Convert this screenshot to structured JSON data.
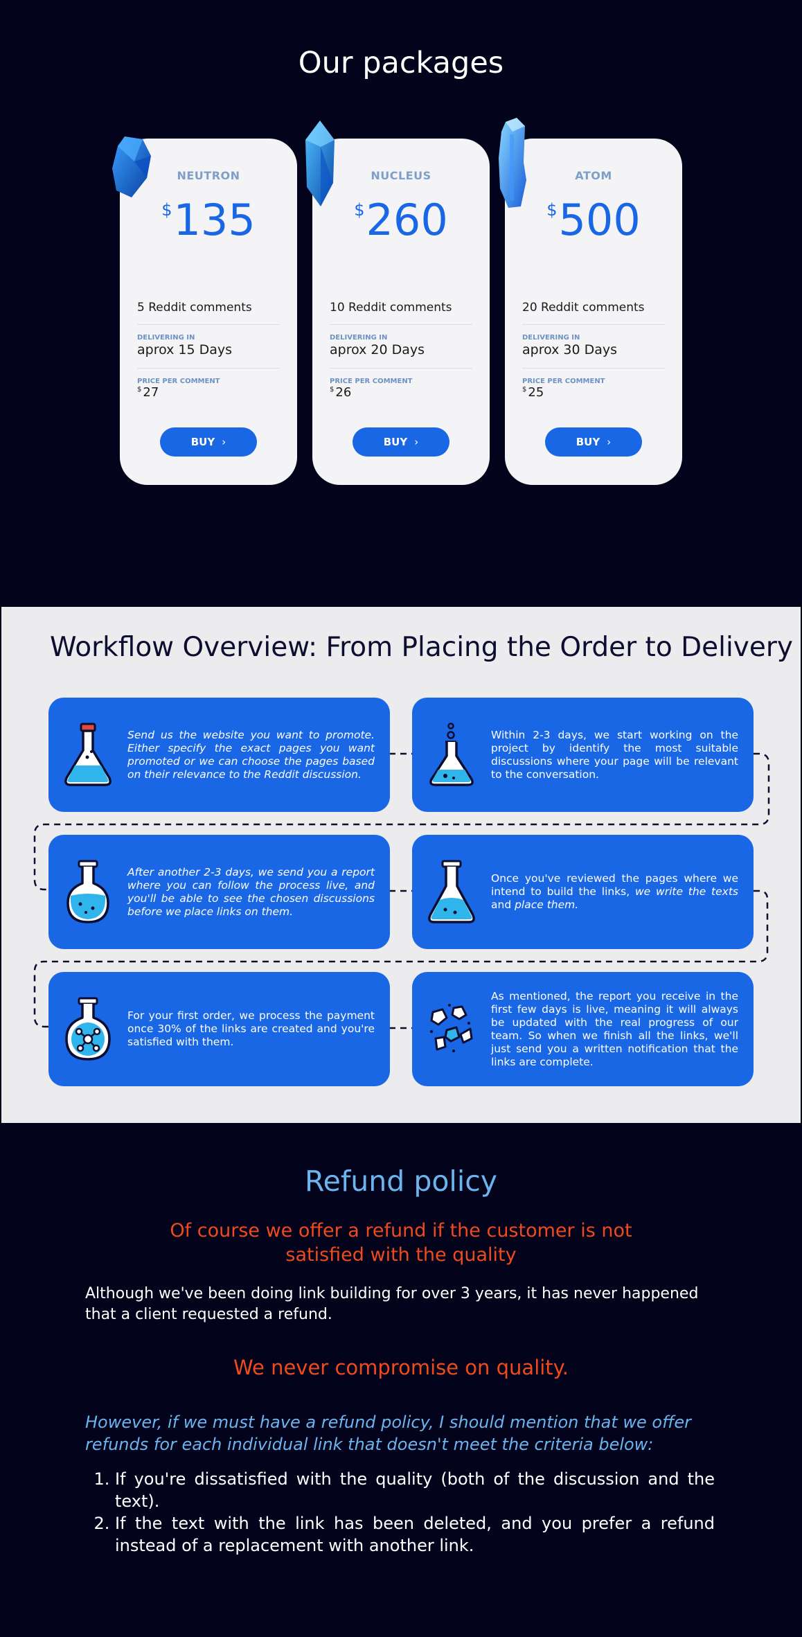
{
  "packages": {
    "title": "Our packages",
    "cards": [
      {
        "name": "NEUTRON",
        "currency": "$",
        "price": "135",
        "comments": "5 Reddit comments",
        "delivering_label": "DELIVERING IN",
        "delivering_value": "aprox 15 Days",
        "ppc_label": "PRICE PER COMMENT",
        "ppc_currency": "$",
        "ppc_value": "27",
        "buy_label": "BUY"
      },
      {
        "name": "NUCLEUS",
        "currency": "$",
        "price": "260",
        "comments": "10 Reddit comments",
        "delivering_label": "DELIVERING IN",
        "delivering_value": "aprox 20 Days",
        "ppc_label": "PRICE PER COMMENT",
        "ppc_currency": "$",
        "ppc_value": "26",
        "buy_label": "BUY"
      },
      {
        "name": "ATOM",
        "currency": "$",
        "price": "500",
        "comments": "20 Reddit comments",
        "delivering_label": "DELIVERING IN",
        "delivering_value": "aprox 30 Days",
        "ppc_label": "PRICE PER COMMENT",
        "ppc_currency": "$",
        "ppc_value": "25",
        "buy_label": "BUY"
      }
    ]
  },
  "workflow": {
    "title": "Workflow Overview: From Placing the Order to Delivery",
    "steps": [
      {
        "icon": "flask-icon",
        "text": "Send us the website you want to promote. Either specify the exact pages you want promoted or we can choose the pages based on their relevance to the Reddit discussion."
      },
      {
        "icon": "flask-bubbles-icon",
        "text": "Within 2-3 days, we start working on the project by identify the most suitable discussions where your page will be relevant to the conversation."
      },
      {
        "icon": "round-flask-icon",
        "text": "After another 2-3 days, we send you a report where you can follow the process live, and you'll be able to see the chosen discussions before we place links on them."
      },
      {
        "icon": "conical-flask-icon",
        "text_plain": "Once you've reviewed the pages where we intend to build the links, ",
        "text_em1": "we write the texts",
        "text_and": " and ",
        "text_em2": "place them."
      },
      {
        "icon": "molecule-flask-icon",
        "text": "For your first order, we process the payment once 30% of the links are created and you're satisfied with them."
      },
      {
        "icon": "crystals-icon",
        "text": "As mentioned, the report you receive in the first few days is live, meaning it will always be updated with the real progress of our team. So when we finish all the links, we'll just send you a written notification that the links are complete."
      }
    ]
  },
  "refund": {
    "title": "Refund policy",
    "subtitle": "Of course we offer a refund if the customer is not satisfied with the quality",
    "paragraph": "Although we've been doing link building for over 3 years, it has never happened that a client requested a refund.",
    "quality": "We never compromise on quality.",
    "policy": "However, if we must have a refund policy, I should mention that we offer refunds for each individual link that doesn't meet the criteria below:",
    "criteria": [
      "If you're dissatisfied with the quality (both of the discussion and the text).",
      "If the text with the link has been deleted, and you prefer a refund instead of a replacement with another link."
    ]
  },
  "colors": {
    "page_bg": "#03031c",
    "card_bg": "#f4f4f6",
    "accent_blue": "#1a67e6",
    "light_blue": "#6cb4ee",
    "orange": "#ef4a1e",
    "workflow_bg": "#ececee"
  }
}
